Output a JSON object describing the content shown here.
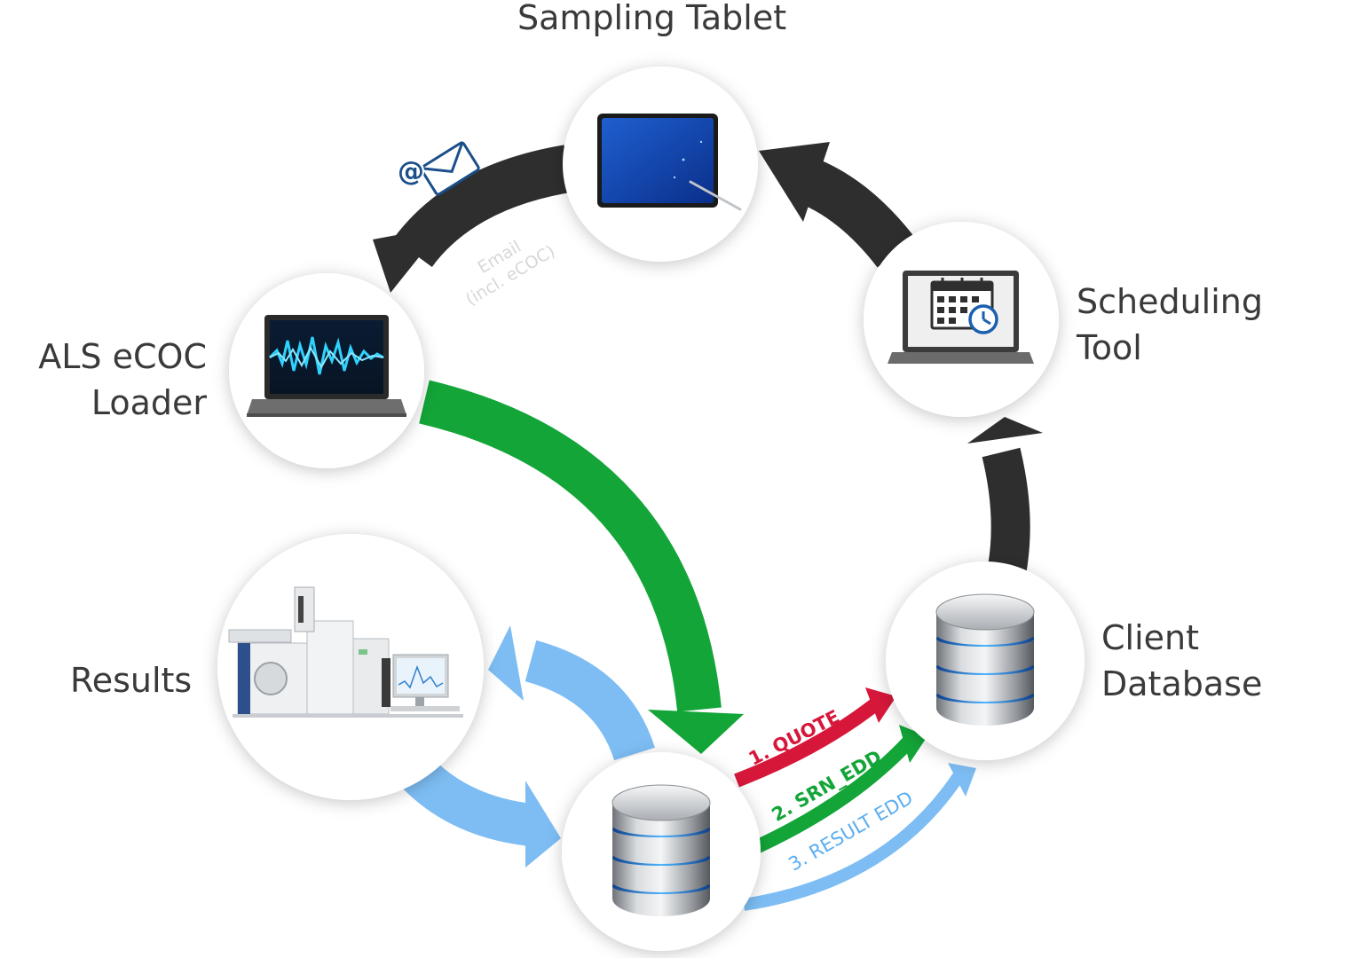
{
  "nodes": {
    "sampling_tablet": {
      "label": "Sampling Tablet"
    },
    "scheduling_tool": {
      "line1": "Scheduling",
      "line2": "Tool"
    },
    "ecoc_loader": {
      "line1": "ALS eCOC",
      "line2": "Loader"
    },
    "client_database": {
      "line1": "Client",
      "line2": "Database"
    },
    "results": {
      "label": "Results"
    }
  },
  "edges": {
    "email": {
      "line1": "Email",
      "line2": "(incl. eCOC)"
    },
    "quote": "1. QUOTE",
    "srn_edd": "2. SRN_EDD",
    "result_edd": "3. RESULT EDD"
  },
  "icons": {
    "sampling_tablet": "tablet-icon",
    "email": "email-at-icon",
    "scheduling_tool": "calendar-laptop-icon",
    "ecoc_loader": "waveform-laptop-icon",
    "client_database": "database-icon",
    "central_database": "database-icon",
    "results": "lab-instrument-icon"
  },
  "colors": {
    "dark_arrow": "#2e2e2e",
    "green_arrow": "#13a538",
    "blue_arrow": "#7dbdf3",
    "quote_red": "#d6173a",
    "srn_green": "#13a538",
    "result_blue": "#5aaef0",
    "label_text": "#3a3a3a"
  }
}
